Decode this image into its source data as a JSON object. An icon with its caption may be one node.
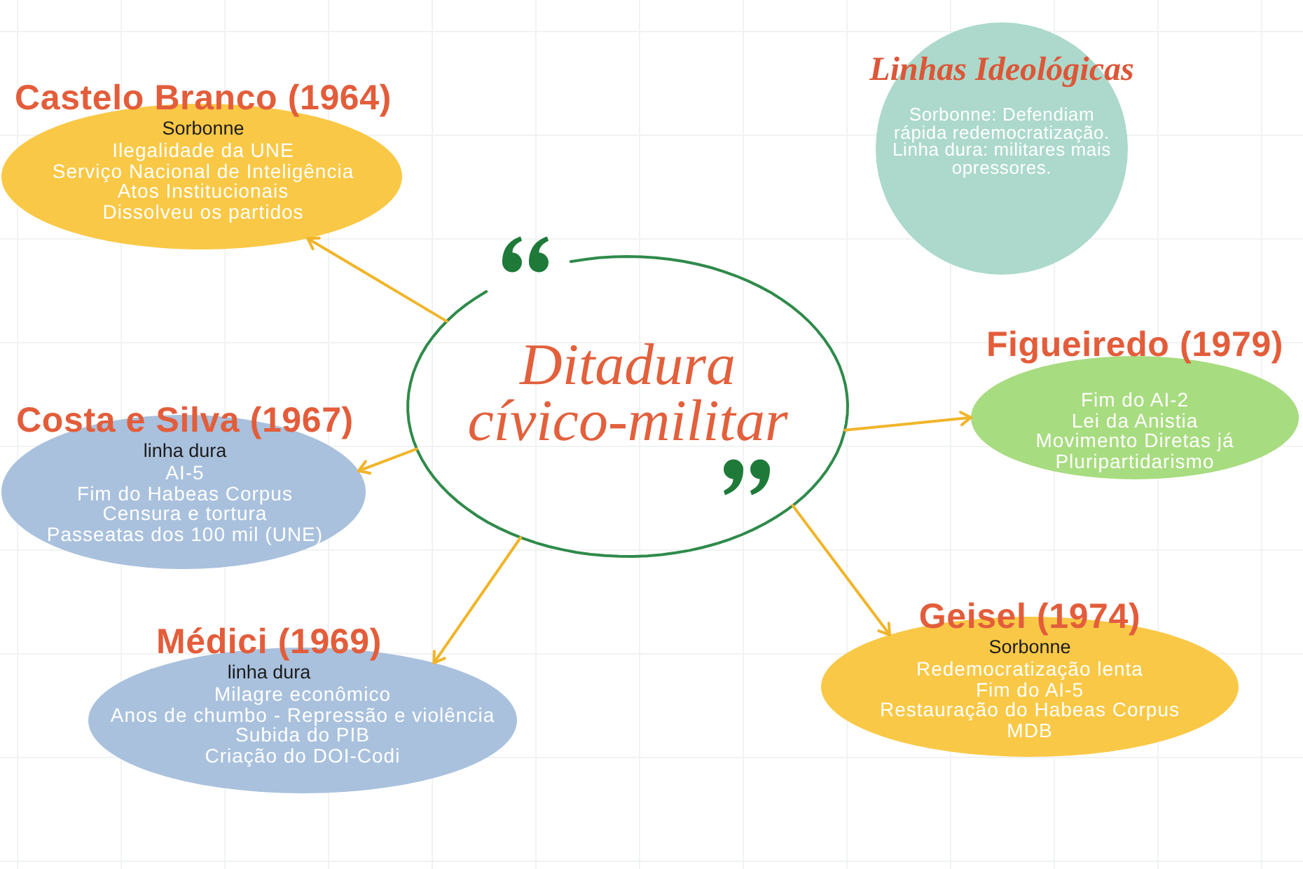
{
  "diagram": {
    "nodes": [
      {
        "text": [
          "Ditadura cívico-militar"
        ]
      },
      {
        "text": [
          "Castelo Branco (1964)",
          "Sorbonne",
          "Ilegalidade da UNE",
          "Serviço Nacional de Inteligência",
          "Atos Institucionais",
          "Dissolveu os partidos"
        ]
      },
      {
        "text": [
          "Linhas Ideológicas",
          "Sorbonne: Defendiam rápida redemocratização.",
          "Linha dura: militares mais opressores."
        ]
      },
      {
        "text": [
          "Costa e Silva (1967)",
          "linha dura",
          "AI-5",
          "Fim do Habeas Corpus",
          "Censura e tortura",
          "Passeatas dos 100 mil (UNE)"
        ]
      },
      {
        "text": [
          "Figueiredo (1979)",
          "Fim do AI-2",
          "Lei da Anistia",
          "Movimento Diretas já",
          "Pluripartidarismo"
        ]
      },
      {
        "text": [
          "Médici (1969)",
          "linha dura",
          "Milagre econômico",
          "Anos de chumbo - Repressão e violência",
          "Subida do PIB",
          "Criação do DOI-Codi"
        ]
      },
      {
        "text": [
          "Geisel (1974)",
          "Sorbonne",
          "Redemocratização lenta",
          "Fim do AI-5",
          "Restauração do Habeas Corpus",
          "MDB"
        ]
      }
    ],
    "edges": [
      {
        "from": 0,
        "to": 1,
        "arrow": "to"
      },
      {
        "from": 0,
        "to": 3,
        "arrow": "to"
      },
      {
        "from": 0,
        "to": 4,
        "arrow": "to"
      },
      {
        "from": 0,
        "to": 5,
        "arrow": "to"
      },
      {
        "from": 0,
        "to": 6,
        "arrow": "to"
      }
    ]
  }
}
